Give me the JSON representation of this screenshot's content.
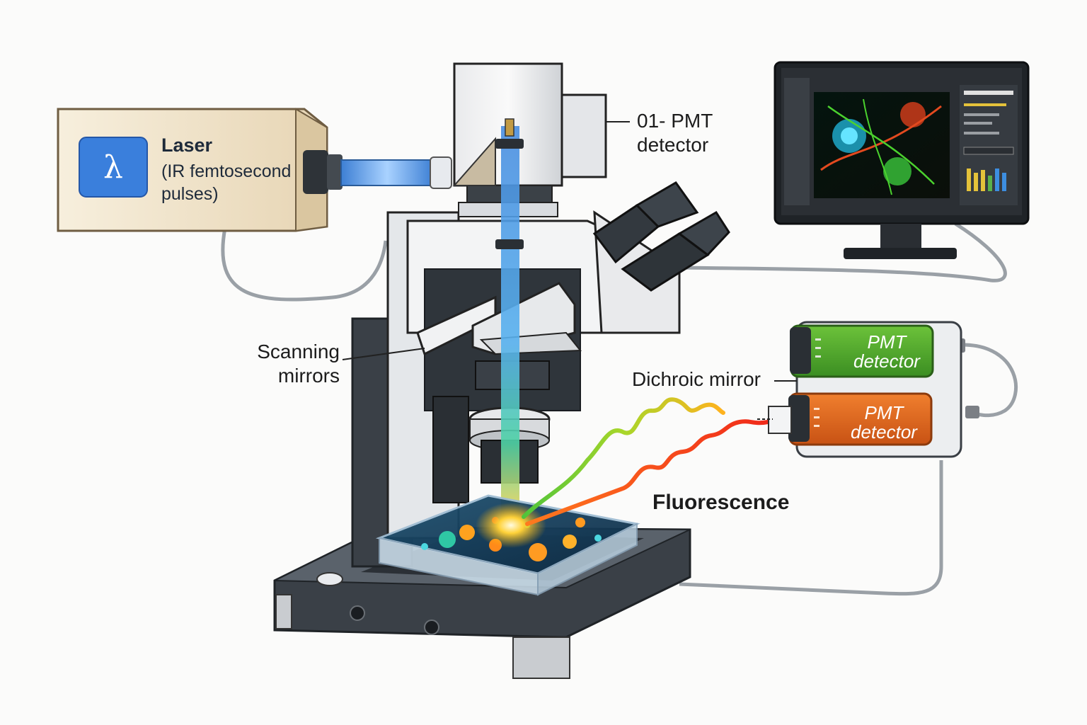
{
  "laser": {
    "title": "Laser",
    "subtitle_line1": "(IR femtosecond",
    "subtitle_line2": "pulses)",
    "icon_symbol": "λ",
    "icon_name": "lambda-icon"
  },
  "labels": {
    "top_pmt_line1": "01- PMT",
    "top_pmt_line2": "detector",
    "scanning_line1": "Scanning",
    "scanning_line2": "mirrors",
    "dichroic": "Dichroic mirror",
    "fluorescence": "Fluorescence"
  },
  "pmt_green": {
    "line1": "PMT",
    "line2": "detector"
  },
  "pmt_orange": {
    "line1": "PMT",
    "line2": "detector"
  },
  "colors": {
    "laser_beam": "#5b9be6",
    "green_emission": "#6ccf2b",
    "red_emission": "#f0401e",
    "pmt_green": "#4ea52b",
    "pmt_orange": "#e46a1c",
    "laser_box": "#f2e6cf",
    "laser_icon": "#3a7fdc"
  }
}
